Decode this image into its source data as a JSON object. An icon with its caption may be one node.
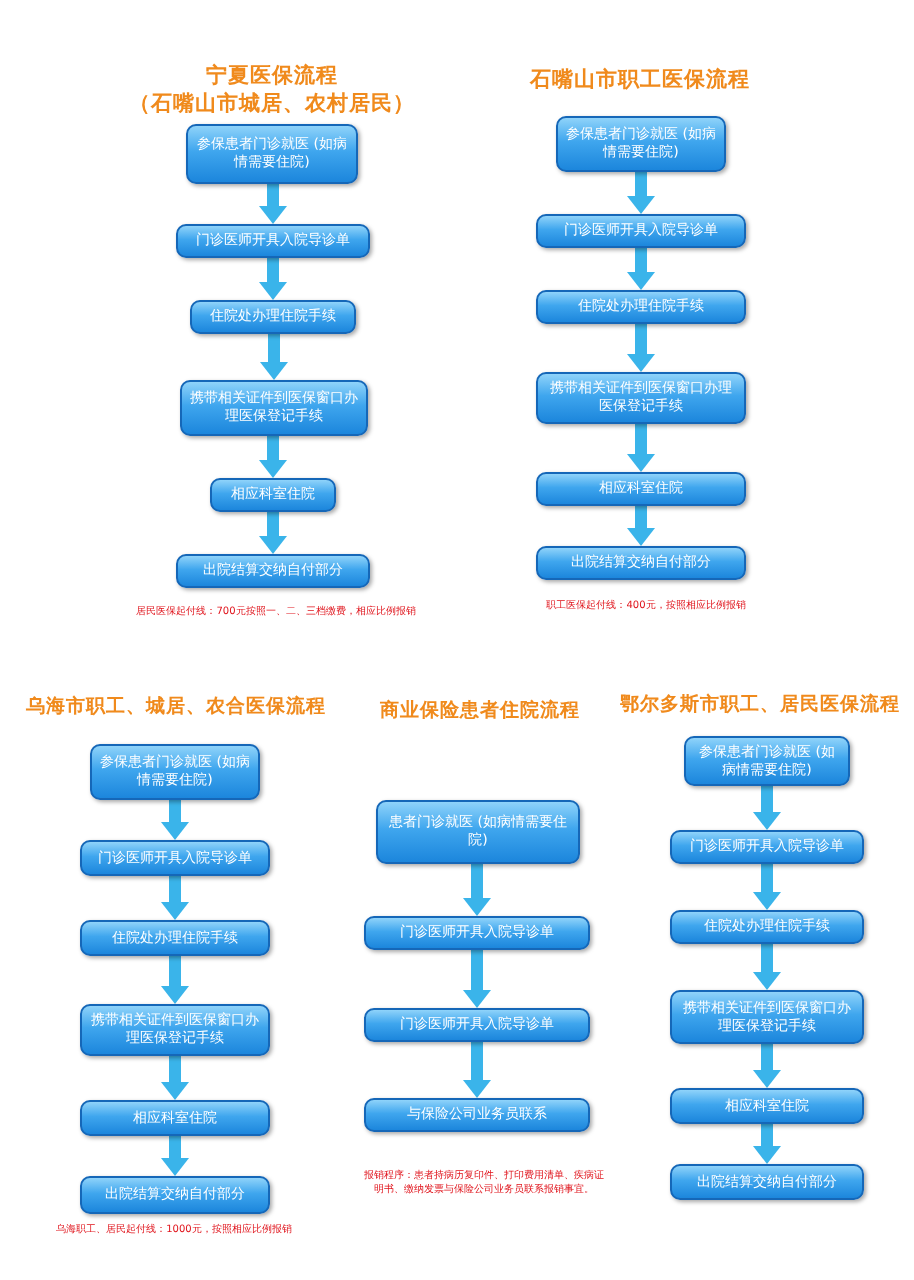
{
  "diagram": {
    "nodes": [
      {
        "text": [
          "参保患者门诊就医 (如病情需要住院)"
        ]
      },
      {
        "text": [
          "门诊医师开具入院导诊单"
        ]
      },
      {
        "text": [
          "住院处办理住院手续"
        ]
      },
      {
        "text": [
          "携带相关证件到医保窗口办理医保登记手续"
        ]
      },
      {
        "text": [
          "相应科室住院"
        ]
      },
      {
        "text": [
          "出院结算交纳自付部分"
        ]
      },
      {
        "text": [
          "参保患者门诊就医 (如病情需要住院)"
        ]
      },
      {
        "text": [
          "门诊医师开具入院导诊单"
        ]
      },
      {
        "text": [
          "住院处办理住院手续"
        ]
      },
      {
        "text": [
          "携带相关证件到医保窗口办理医保登记手续"
        ]
      },
      {
        "text": [
          "相应科室住院"
        ]
      },
      {
        "text": [
          "出院结算交纳自付部分"
        ]
      },
      {
        "text": [
          "参保患者门诊就医 (如病情需要住院)"
        ]
      },
      {
        "text": [
          "门诊医师开具入院导诊单"
        ]
      },
      {
        "text": [
          "住院处办理住院手续"
        ]
      },
      {
        "text": [
          "携带相关证件到医保窗口办理医保登记手续"
        ]
      },
      {
        "text": [
          "相应科室住院"
        ]
      },
      {
        "text": [
          "出院结算交纳自付部分"
        ]
      },
      {
        "text": [
          "患者门诊就医 (如病情需要住院)"
        ]
      },
      {
        "text": [
          "门诊医师开具入院导诊单"
        ]
      },
      {
        "text": [
          "门诊医师开具入院导诊单"
        ]
      },
      {
        "text": [
          "与保险公司业务员联系"
        ]
      },
      {
        "text": [
          "参保患者门诊就医 (如病情需要住院)"
        ]
      },
      {
        "text": [
          "门诊医师开具入院导诊单"
        ]
      },
      {
        "text": [
          "住院处办理住院手续"
        ]
      },
      {
        "text": [
          "携带相关证件到医保窗口办理医保登记手续"
        ]
      },
      {
        "text": [
          "相应科室住院"
        ]
      },
      {
        "text": [
          "出院结算交纳自付部分"
        ]
      }
    ],
    "edges": [
      {
        "from": 0,
        "to": 1,
        "arrow": "to"
      },
      {
        "from": 1,
        "to": 2,
        "arrow": "to"
      },
      {
        "from": 2,
        "to": 3,
        "arrow": "to"
      },
      {
        "from": 3,
        "to": 4,
        "arrow": "to"
      },
      {
        "from": 4,
        "to": 5,
        "arrow": "to"
      },
      {
        "from": 6,
        "to": 7,
        "arrow": "to"
      },
      {
        "from": 7,
        "to": 8,
        "arrow": "to"
      },
      {
        "from": 8,
        "to": 9,
        "arrow": "to"
      },
      {
        "from": 9,
        "to": 10,
        "arrow": "to"
      },
      {
        "from": 10,
        "to": 11,
        "arrow": "to"
      },
      {
        "from": 12,
        "to": 13,
        "arrow": "to"
      },
      {
        "from": 13,
        "to": 14,
        "arrow": "to"
      },
      {
        "from": 14,
        "to": 15,
        "arrow": "to"
      },
      {
        "from": 15,
        "to": 16,
        "arrow": "to"
      },
      {
        "from": 16,
        "to": 17,
        "arrow": "to"
      },
      {
        "from": 18,
        "to": 19,
        "arrow": "to"
      },
      {
        "from": 19,
        "to": 20,
        "arrow": "to"
      },
      {
        "from": 20,
        "to": 21,
        "arrow": "to"
      },
      {
        "from": 22,
        "to": 23,
        "arrow": "to"
      },
      {
        "from": 23,
        "to": 24,
        "arrow": "to"
      },
      {
        "from": 24,
        "to": 25,
        "arrow": "to"
      },
      {
        "from": 25,
        "to": 26,
        "arrow": "to"
      },
      {
        "from": 26,
        "to": 27,
        "arrow": "to"
      }
    ],
    "labels": [
      "宁夏医保流程",
      "（石嘴山市城居、农村居民）",
      "居民医保起付线：700元按照一、二、三档缴费，相应比例报销",
      "石嘴山市职工医保流程",
      "职工医保起付线：400元，按照相应比例报销",
      "乌海市职工、城居、农合医保流程",
      "商业保险患者住院流程",
      "鄂尔多斯市职工、居民医保流程",
      "乌海职工、居民起付线：1000元，按照相应比例报销",
      "报销程序：患者持病历复印件、打印费用清单、疾病证明书、缴纳发票与保险公司业务员联系报销事宜。"
    ]
  }
}
